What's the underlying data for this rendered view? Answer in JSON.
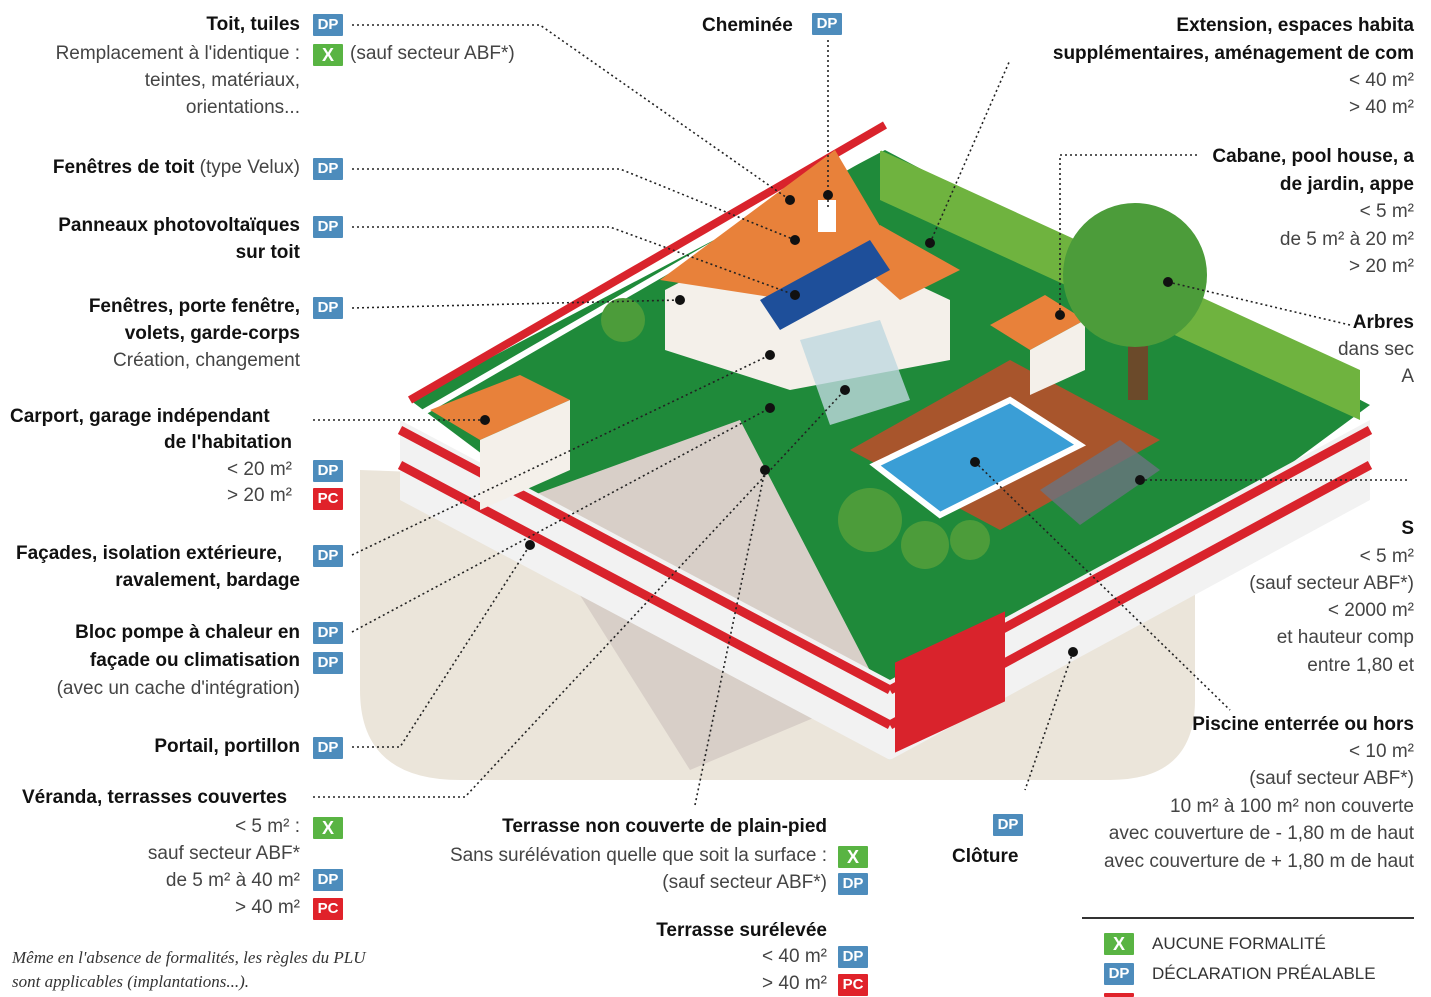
{
  "labels": {
    "toit_title": "Toit, tuiles",
    "toit_sub1": "Remplacement à l'identique :",
    "toit_sauf": "(sauf secteur ABF*)",
    "toit_sub2": "teintes, matériaux,",
    "toit_sub3": "orientations...",
    "fenetres_toit_title": "Fenêtres de toit",
    "fenetres_toit_type": "(type Velux)",
    "panneaux_1": "Panneaux photovoltaïques",
    "panneaux_2": "sur toit",
    "fenetres_1": "Fenêtres, porte fenêtre,",
    "fenetres_2": "volets, garde-corps",
    "fenetres_3": "Création, changement",
    "carport_1": "Carport, garage indépendant",
    "carport_2": "de l'habitation",
    "carport_lt": "< 20 m²",
    "carport_gt": "> 20 m²",
    "facades_1": "Façades, isolation extérieure,",
    "facades_2": "ravalement, bardage",
    "bloc_1": "Bloc pompe à chaleur en",
    "bloc_2": "façade ou climatisation",
    "bloc_3": "(avec un cache d'intégration)",
    "portail": "Portail, portillon",
    "veranda_1": "Véranda, terrasses couvertes",
    "veranda_2": "< 5 m² :",
    "veranda_3": "sauf secteur ABF*",
    "veranda_4": "de 5 m² à 40 m²",
    "veranda_5": "> 40 m²",
    "note_1": "Même en l'absence de formalités, les règles du PLU",
    "note_2": "sont applicables (implantations...).",
    "cheminee": "Cheminée",
    "terrasse_1": "Terrasse non couverte de plain-pied",
    "terrasse_2": "Sans surélévation quelle que soit la surface :",
    "terrasse_3": "(sauf secteur ABF*)",
    "ts_title": "Terrasse surélevée",
    "ts_lt": "< 40 m²",
    "ts_gt": "> 40 m²",
    "cloture": "Clôture",
    "ext_1": "Extension, espaces habita",
    "ext_2": "supplémentaires, aménagement de com",
    "ext_3": "< 40 m²",
    "ext_4": "> 40 m²",
    "cab_1": "Cabane, pool house, a",
    "cab_2": "de jardin, appe",
    "cab_3": "< 5 m²",
    "cab_4": "de 5 m² à 20 m²",
    "cab_5": "> 20 m²",
    "arb_1": "Arbres",
    "arb_2": "dans sec",
    "arb_3": "A",
    "serre_1": "S",
    "serre_2": "< 5 m²",
    "serre_3": "(sauf secteur ABF*)",
    "serre_4": "< 2000 m²",
    "serre_5": "et hauteur comp",
    "serre_6": "entre 1,80 et",
    "pisc_1": "Piscine enterrée ou hors",
    "pisc_2": "< 10 m²",
    "pisc_3": "(sauf secteur ABF*)",
    "pisc_4": "10 m² à 100 m² non couverte",
    "pisc_5": "avec couverture de - 1,80 m de haut",
    "pisc_6": "avec couverture de + 1,80 m de haut",
    "legend_x": "AUCUNE FORMALITÉ",
    "legend_dp": "DÉCLARATION PRÉALABLE"
  },
  "badges": {
    "dp": "DP",
    "pc": "PC",
    "x": "X"
  },
  "colors": {
    "dp": "#4d8cbc",
    "pc": "#e0222a",
    "x": "#59b443",
    "roof": "#e8813a",
    "lawn": "#1f8a3a",
    "wall_red": "#d9232c"
  }
}
